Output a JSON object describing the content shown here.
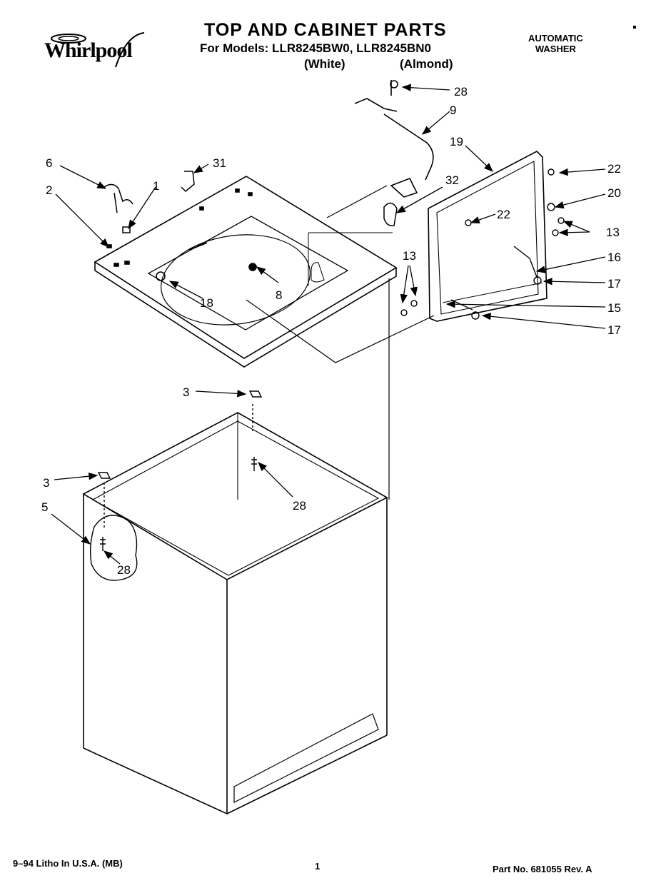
{
  "brand": "Whirlpool",
  "title": "TOP AND CABINET PARTS",
  "models_line": "For Models: LLR8245BW0, LLR8245BN0",
  "variant_white": "(White)",
  "variant_almond": "(Almond)",
  "product_line1": "AUTOMATIC",
  "product_line2": "WASHER",
  "footer_left": "9–94 Litho In U.S.A. (MB)",
  "footer_page": "1",
  "footer_part": "Part No. 681055 Rev. A",
  "callouts": {
    "c28a": "28",
    "c9": "9",
    "c19": "19",
    "c6": "6",
    "c31": "31",
    "c32": "32",
    "c22a": "22",
    "c22b": "22",
    "c20": "20",
    "c2": "2",
    "c1": "1",
    "c13a": "13",
    "c13b": "13",
    "c16": "16",
    "c17a": "17",
    "c8": "8",
    "c18": "18",
    "c15": "15",
    "c17b": "17",
    "c3a": "3",
    "c3b": "3",
    "c28b": "28",
    "c5": "5",
    "c28c": "28"
  }
}
